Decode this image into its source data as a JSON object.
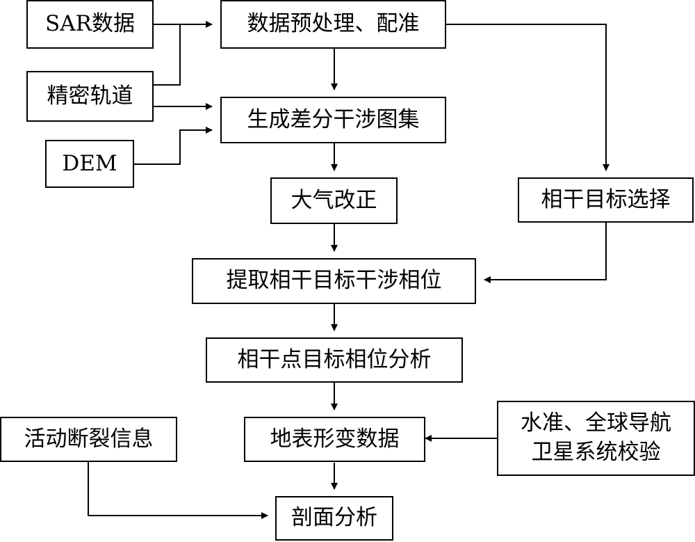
{
  "nodes": {
    "sar": "SAR数据",
    "orbit": "精密轨道",
    "dem": "DEM",
    "preprocess": "数据预处理、配准",
    "interferogram": "生成差分干涉图集",
    "atmosphere": "大气改正",
    "ps_select": "相干目标选择",
    "extract": "提取相干目标干涉相位",
    "phase_analysis": "相干点目标相位分析",
    "fault_info": "活动断裂信息",
    "deformation": "地表形变数据",
    "validation_line1": "水准、全球导航",
    "validation_line2": "卫星系统校验",
    "profile": "剖面分析"
  },
  "colors": {
    "stroke": "#000000",
    "fill": "#ffffff"
  }
}
